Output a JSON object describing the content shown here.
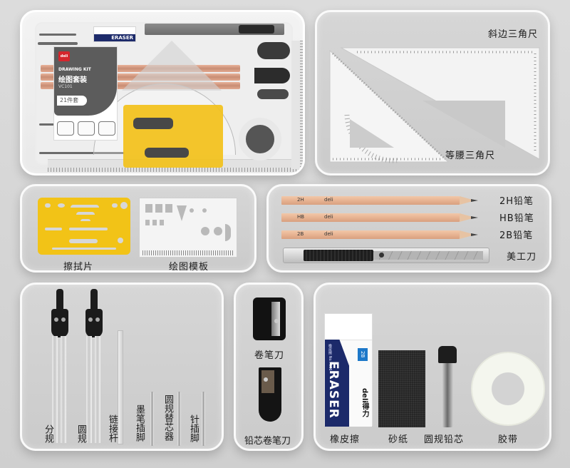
{
  "page": {
    "background": "#d4d4d4",
    "panel_border_color": "#fafafa",
    "panel_fill": "#cfcfcf"
  },
  "kit_box": {
    "brand": "deli",
    "title_en": "DRAWING KIT",
    "title_cn": "绘图套装",
    "model": "VC101",
    "piece_count": "21件套",
    "eraser_band": "ERASER",
    "brand_color": "#d4262d"
  },
  "triangles": {
    "items": [
      {
        "id": "set-square-30-60",
        "label": "斜边三角尺"
      },
      {
        "id": "set-square-45",
        "label": "等腰三角尺"
      }
    ]
  },
  "stencils": {
    "items": [
      {
        "id": "erasing-shield",
        "label": "擦拭片",
        "color": "#f2c317"
      },
      {
        "id": "drawing-template",
        "label": "绘图模板"
      }
    ]
  },
  "pencils": {
    "items": [
      {
        "id": "pencil-2h",
        "label": "2H铅笔",
        "grade": "2H"
      },
      {
        "id": "pencil-hb",
        "label": "HB铅笔",
        "grade": "HB"
      },
      {
        "id": "pencil-2b",
        "label": "2B铅笔",
        "grade": "2B"
      }
    ],
    "pencil_brand": "deli",
    "knife_label": "美工刀"
  },
  "compasses": {
    "items": [
      {
        "id": "divider",
        "label": "分规"
      },
      {
        "id": "compass",
        "label": "圆规"
      },
      {
        "id": "extension-bar",
        "label": "链接杆"
      },
      {
        "id": "ink-pen-insert",
        "label": "墨笔插脚"
      },
      {
        "id": "lead-holder-insert",
        "label": "圆规替芯器"
      },
      {
        "id": "needle-insert",
        "label": "针插脚"
      }
    ]
  },
  "sharpeners": {
    "items": [
      {
        "id": "pencil-sharpener",
        "label": "卷笔刀"
      },
      {
        "id": "lead-sharpener",
        "label": "铅芯卷笔刀"
      }
    ]
  },
  "misc": {
    "items": [
      {
        "id": "eraser",
        "label": "橡皮擦"
      },
      {
        "id": "sandpaper",
        "label": "砂纸"
      },
      {
        "id": "compass-lead",
        "label": "圆规铅芯"
      },
      {
        "id": "tape",
        "label": "胶带"
      }
    ],
    "eraser_text": "ERASER",
    "eraser_badge": "2B",
    "eraser_brand": "deli得力",
    "eraser_small": "橡皮擦 No.7536",
    "eraser_navy": "#1c2a6a",
    "eraser_badge_color": "#1d78c9"
  }
}
